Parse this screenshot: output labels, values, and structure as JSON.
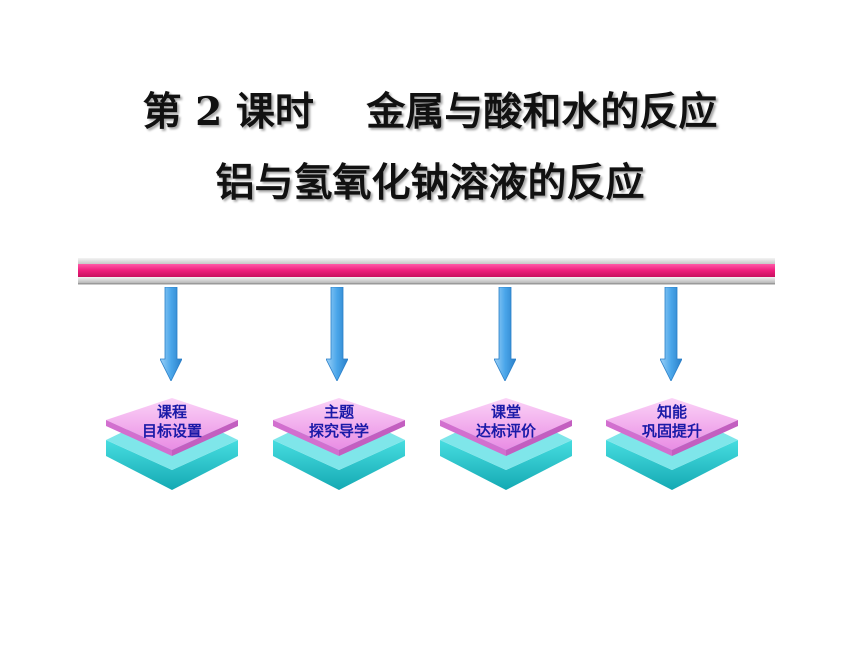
{
  "title": {
    "line1": "第 2 课时　 金属与酸和水的反应",
    "line2": "铝与氢氧化钠溶液的反应"
  },
  "colors": {
    "bar": "#ee1e7c",
    "arrow": "#4aa6ea",
    "tile_top": "#f3a8ef",
    "tile_side": "#22c9cf",
    "label": "#1a1aa8"
  },
  "nav": [
    {
      "line1": "课程",
      "line2": "目标设置",
      "icon": "diamond-tile-icon"
    },
    {
      "line1": "主题",
      "line2": "探究导学",
      "icon": "diamond-tile-icon"
    },
    {
      "line1": "课堂",
      "line2": "达标评价",
      "icon": "diamond-tile-icon"
    },
    {
      "line1": "知能",
      "line2": "巩固提升",
      "icon": "diamond-tile-icon"
    }
  ]
}
